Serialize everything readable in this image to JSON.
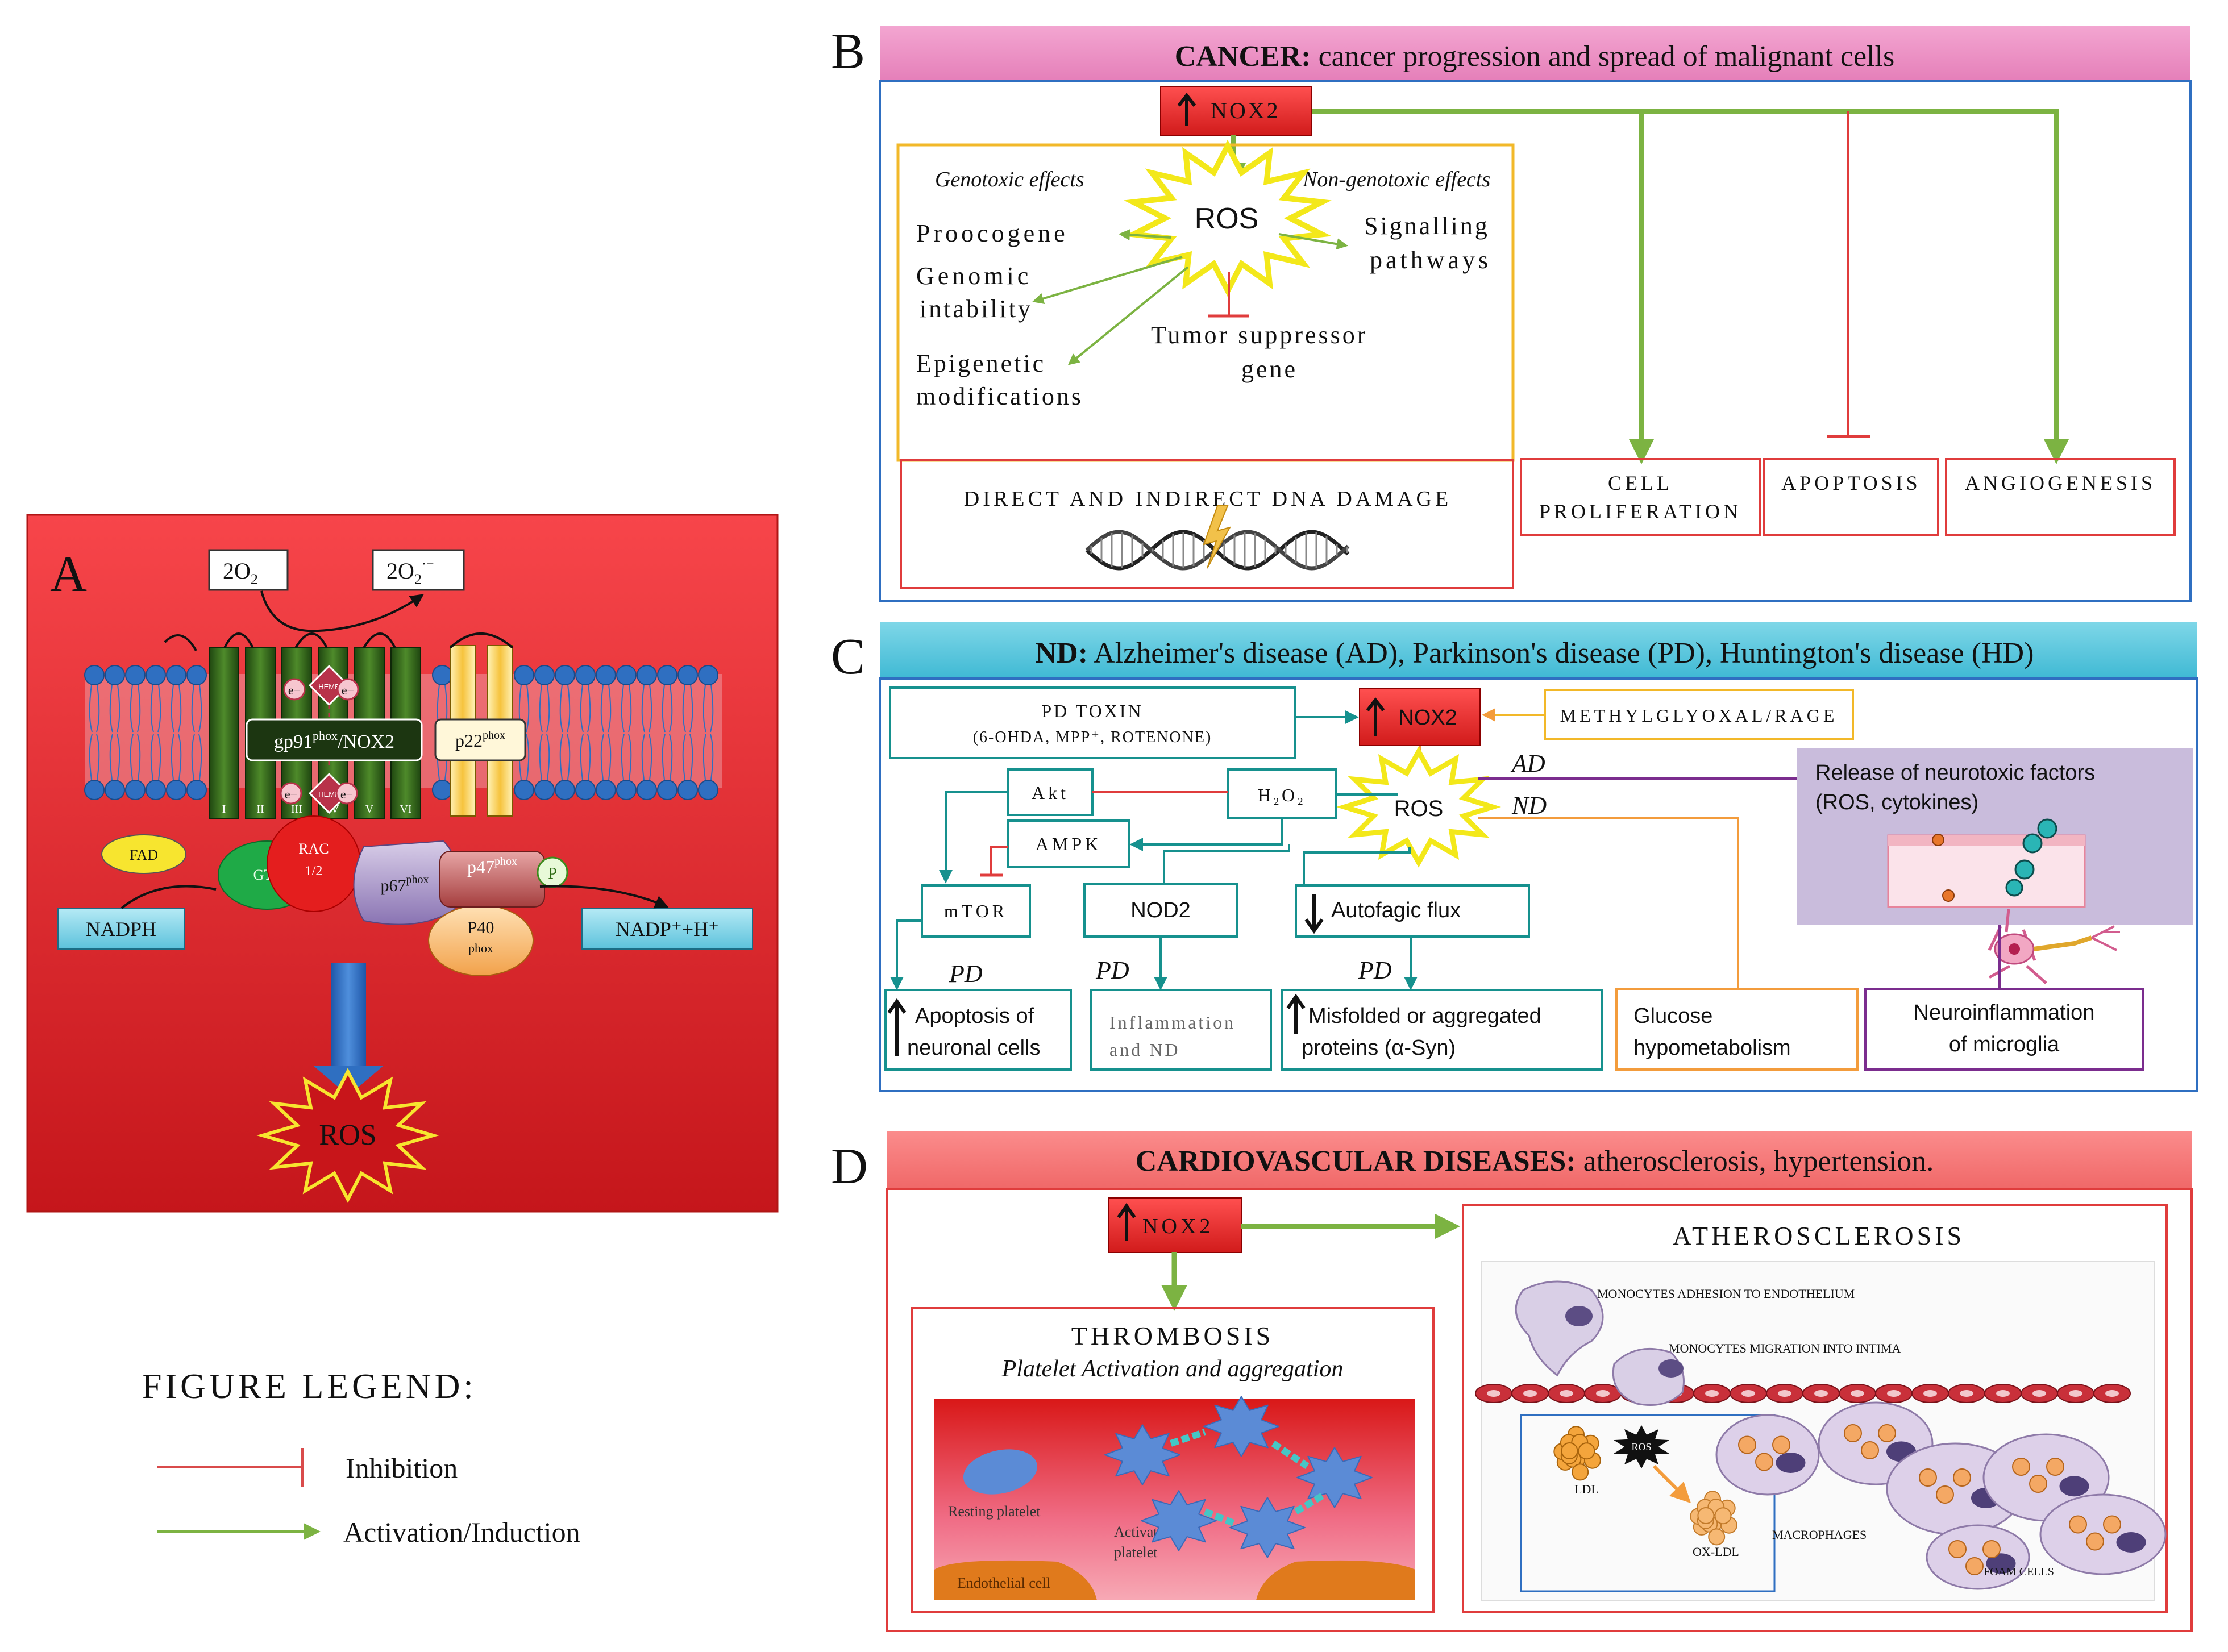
{
  "panelA": {
    "letter": "A",
    "o2": "2O",
    "o2_sub": "2",
    "superoxide": "2O",
    "superoxide_sub": "2",
    "superoxide_sup": "·−",
    "electron": "e−",
    "heme": "HEME",
    "gp91": "gp91",
    "gp91_sup": "phox",
    "gp91_tail": "/NOX2",
    "p22": "p22",
    "p22_sup": "phox",
    "segments": [
      "I",
      "II",
      "III",
      "IV",
      "V",
      "VI"
    ],
    "fad": "FAD",
    "gtp": "GTP",
    "rac": "RAC",
    "rac_sub": "1/2",
    "p67": "p67",
    "p67_sup": "phox",
    "p47": "p47",
    "p47_sup": "phox",
    "p": "P",
    "p40": "P40",
    "p40_sub": "phox",
    "nadph": "NADPH",
    "nadp": "NADP⁺+H⁺",
    "ros": "ROS",
    "colors": {
      "panel": "#e8262a",
      "membrane": "#2f6fc1",
      "gp91": "#3a6b1e",
      "p22": "#f3c53a"
    }
  },
  "legend": {
    "title": "FIGURE LEGEND:",
    "inhibition": "Inhibition",
    "activation": "Activation/Induction"
  },
  "panelB": {
    "letter": "B",
    "header_bold": "CANCER:",
    "header_rest": " cancer progression and spread of malignant cells",
    "nox2": "NOX2",
    "genotoxic": "Genotoxic effects",
    "nongenotoxic": "Non-genotoxic effects",
    "ros": "ROS",
    "prooncogene": "Proocogene",
    "genomic_1": "Genomic",
    "genomic_2": "intability",
    "epigenetic_1": "Epigenetic",
    "epigenetic_2": "modifications",
    "signalling_1": "Signalling",
    "signalling_2": "pathways",
    "tumor_1": "Tumor suppressor",
    "tumor_2": "gene",
    "dna": "DIRECT AND INDIRECT DNA DAMAGE",
    "cell_1": "CELL",
    "cell_2": "PROLIFERATION",
    "apoptosis": "APOPTOSIS",
    "angio": "ANGIOGENESIS"
  },
  "panelC": {
    "letter": "C",
    "header_bold": "ND:",
    "header_rest": " Alzheimer's disease (AD), Parkinson's disease (PD), Huntington's disease (HD)",
    "pdtoxin_1": "PD TOXIN",
    "pdtoxin_2": "(6-OHDA, MPP⁺, ROTENONE)",
    "nox2": "NOX2",
    "methyl": "METHYLGLYOXAL/RAGE",
    "ros": "ROS",
    "ad": "AD",
    "nd": "ND",
    "release_1": "Release of neurotoxic factors",
    "release_2": "(ROS, cytokines)",
    "akt": "Akt",
    "h2o2": "H₂O₂",
    "ampk": "AMPK",
    "mtor": "mTOR",
    "nod2": "NOD2",
    "autofagic": "Autofagic flux",
    "pd": "PD",
    "apoptosis_1": "Apoptosis of",
    "apoptosis_2": "neuronal cells",
    "inflammation_1": "Inflammation",
    "inflammation_2": "and ND",
    "misfolded_1": "Misfolded or aggregated",
    "misfolded_2": "proteins (α-Syn)",
    "glucose_1": "Glucose",
    "glucose_2": "hypometabolism",
    "neuroinfl_1": "Neuroinflammation",
    "neuroinfl_2": "of microglia"
  },
  "panelD": {
    "letter": "D",
    "header_bold": "CARDIOVASCULAR DISEASES:",
    "header_rest": " atherosclerosis, hypertension.",
    "nox2": "NOX2",
    "thrombosis": "THROMBOSIS",
    "platelet_act": "Platelet Activation and aggregation",
    "resting": "Resting platelet",
    "activated_1": "Activated",
    "activated_2": "platelet",
    "endothelial": "Endothelial cell",
    "athero": "ATHEROSCLEROSIS",
    "mono_adhesion": "MONOCYTES ADHESION TO ENDOTHELIUM",
    "mono_migration": "MONOCYTES MIGRATION INTO INTIMA",
    "ldl": "LDL",
    "ros_small": "ROS",
    "oxldl": "OX-LDL",
    "macrophages": "MACROPHAGES",
    "foam": "FOAM CELLS"
  }
}
